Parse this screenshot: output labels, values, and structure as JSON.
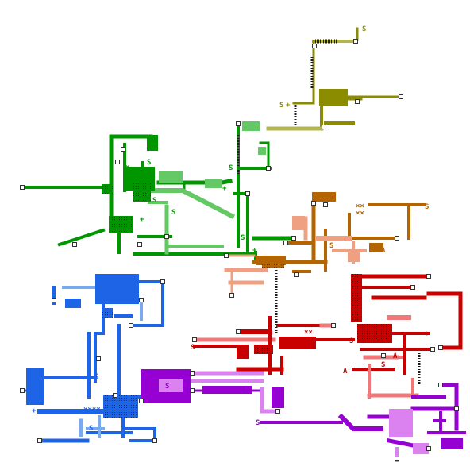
{
  "map": {
    "description_free": true,
    "zones": [
      {
        "name": "olive",
        "color": "#8c8c00",
        "light": "#b4b450"
      },
      {
        "name": "green",
        "color": "#009600",
        "light": "#64c864"
      },
      {
        "name": "orange",
        "color": "#b46400",
        "light": "#f0a082"
      },
      {
        "name": "blue",
        "color": "#1e64e6",
        "light": "#78aaf0"
      },
      {
        "name": "red",
        "color": "#c80000",
        "light": "#f07878"
      },
      {
        "name": "purple",
        "color": "#9600d2",
        "light": "#dc82f0"
      }
    ],
    "markers": {
      "save": "S",
      "lock": "×",
      "plus": "+",
      "alpha": "A"
    }
  }
}
